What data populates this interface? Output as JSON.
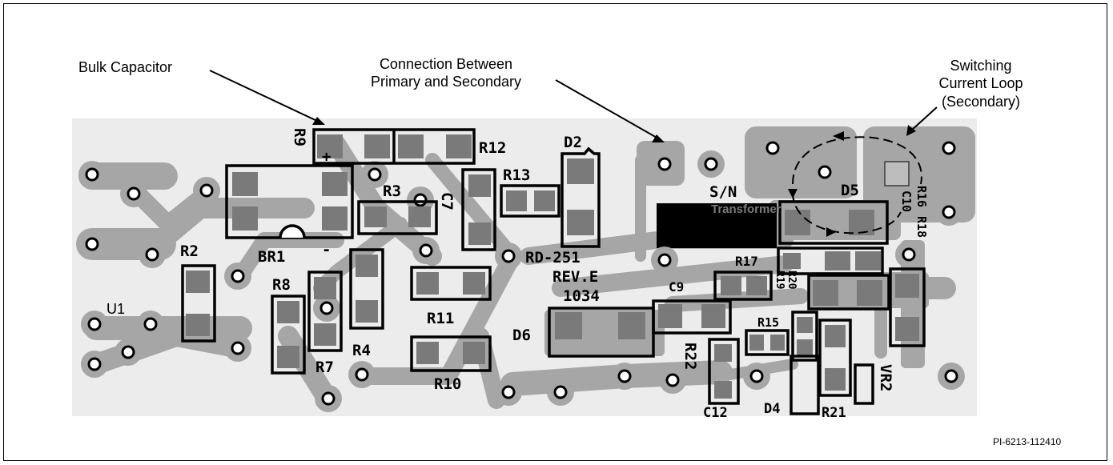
{
  "annotations": {
    "bulk_capacitor": "Bulk Capacitor",
    "connection_line1": "Connection Between",
    "connection_line2": "Primary and Secondary",
    "switching_line1": "Switching",
    "switching_line2": "Current Loop",
    "switching_line3": "(Secondary)"
  },
  "silkscreen": {
    "u1": "U1",
    "r9": "R9",
    "r12": "R12",
    "d2": "D2",
    "r13": "R13",
    "r3": "R3",
    "c7": "C7",
    "sn": "S/N",
    "transformer": "Transformer",
    "d5": "D5",
    "r16": "R16",
    "c10": "C10",
    "r18": "R18",
    "r2": "R2",
    "br1": "BR1",
    "r8": "R8",
    "rd": "RD-251",
    "rev": "REV.E",
    "date": "1034",
    "r17": "R17",
    "c9": "C9",
    "r19": "R19",
    "r20": "R20",
    "r11": "R11",
    "r4": "R4",
    "r7": "R7",
    "d6": "D6",
    "r15": "R15",
    "r10": "R10",
    "r22": "R22",
    "c12": "C12",
    "d4": "D4",
    "r21": "R21",
    "vr2": "VR2",
    "plus": "+",
    "minus": "-"
  },
  "footer_id": "PI-6213-112410",
  "colors": {
    "board": "#e8e8e8",
    "copper": "#a6a6a6",
    "pad": "#7a7a7a",
    "outline": "#000000"
  }
}
